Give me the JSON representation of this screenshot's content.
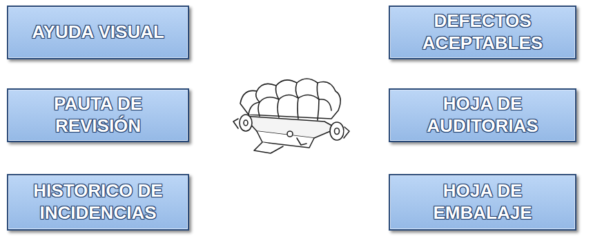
{
  "diagram": {
    "nodes": [
      {
        "text": [
          "AYUDA VISUAL"
        ]
      },
      {
        "text": [
          "DEFECTOS ACEPTABLES"
        ]
      },
      {
        "text": [
          "PAUTA DE REVISIÓN"
        ]
      },
      {
        "text": [
          "HOJA DE AUDITORIAS"
        ]
      },
      {
        "text": [
          "HISTORICO DE INCIDENCIAS"
        ]
      },
      {
        "text": [
          "HOJA DE EMBALAJE"
        ]
      }
    ]
  }
}
